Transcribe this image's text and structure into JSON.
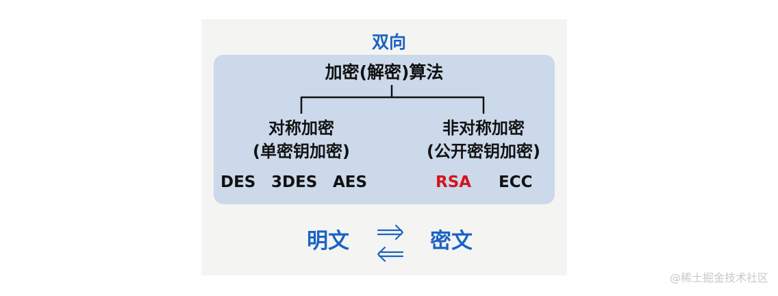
{
  "header": {
    "direction_title": "双向"
  },
  "box": {
    "title": "加密(解密)算法",
    "left_branch": {
      "line1": "对称加密",
      "line2": "(单密钥加密)",
      "algorithms": [
        "DES",
        "3DES",
        "AES"
      ]
    },
    "right_branch": {
      "line1": "非对称加密",
      "line2": "(公开密钥加密)",
      "algorithms": [
        "RSA",
        "ECC"
      ],
      "highlighted_algorithm": "RSA"
    }
  },
  "conversion": {
    "plaintext": "明文",
    "ciphertext": "密文"
  },
  "watermark": "@稀土掘金技术社区",
  "colors": {
    "accent_blue": "#1a63c4",
    "box_fill": "#cbd9ea",
    "highlight_red": "#d4141a",
    "panel_bg": "#f4f4f2"
  }
}
